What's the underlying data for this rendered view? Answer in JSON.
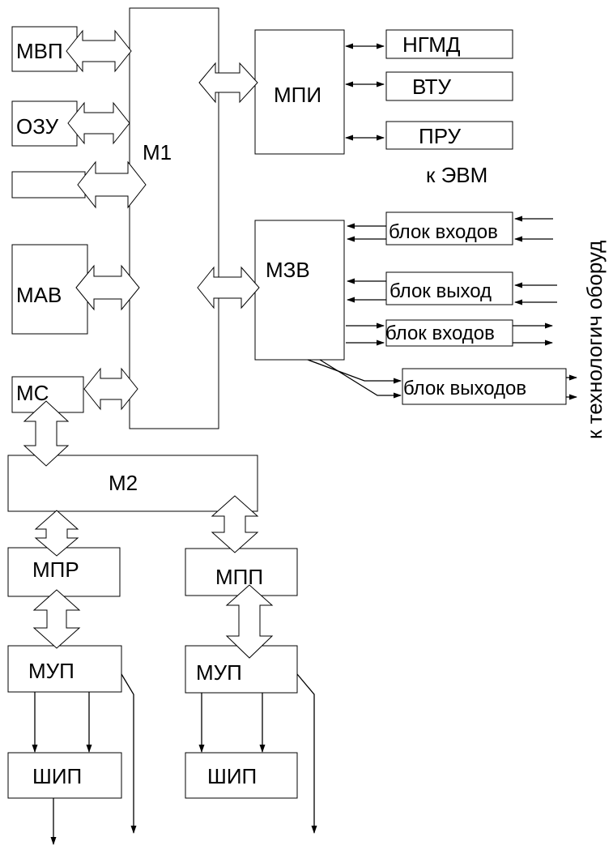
{
  "blocks": {
    "mvp": "МВП",
    "ozu": "ОЗУ",
    "mav": "МАВ",
    "ms": "МС",
    "m1": "М1",
    "mpi": "МПИ",
    "ngmd": "НГМД",
    "vtu": "ВТУ",
    "pru": "ПРУ",
    "mzv": "МЗВ",
    "in1": "блок входов",
    "out1": "блок выход",
    "in2": "блок входов",
    "out2": "блок выходов",
    "m2": "М2",
    "mpr": "МПР",
    "mpp": "МПП",
    "mup1": "МУП",
    "mup2": "МУП",
    "ship1": "ШИП",
    "ship2": "ШИП"
  },
  "notes": {
    "to_computer": "к ЭВМ",
    "to_equipment": "к технологич оборуд"
  }
}
